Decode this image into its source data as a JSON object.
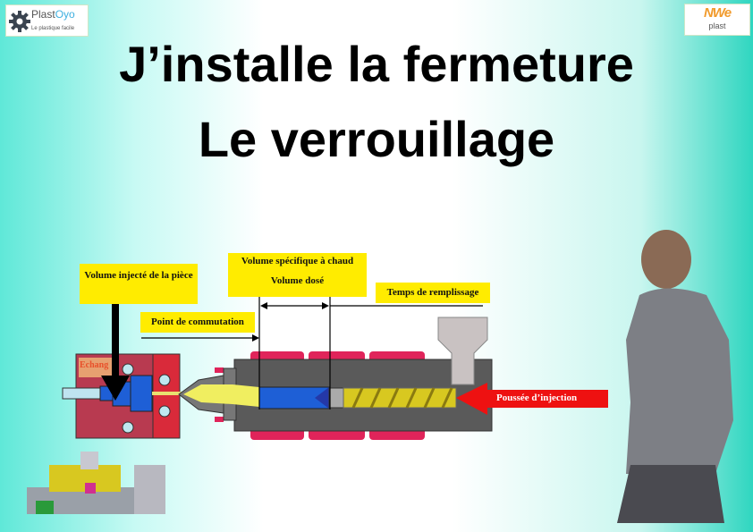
{
  "logos": {
    "left": {
      "name_part1": "Plast",
      "name_part2": "Oyo",
      "tagline": "Le plastique facile"
    },
    "right": {
      "brand": "NWe",
      "sub": "plast"
    }
  },
  "title": {
    "line1": "J’installe la fermeture",
    "line2": "Le verrouillage"
  },
  "diagram": {
    "labels": {
      "volume_injecte": "Volume injecté de la pièce",
      "volume_specifique": "Volume spécifique à chaud",
      "volume_dose": "Volume dosé",
      "temps_remplissage": "Temps de remplissage",
      "point_commutation": "Point de commutation",
      "echange": "Echang",
      "poussee": "Poussée d’injection"
    },
    "colors": {
      "label_bg": "#ffec00",
      "mold": "#c8284a",
      "barrel": "#5a5a5a",
      "heater": "#e0245a",
      "melt": "#1e5fd6",
      "screw": "#d8c820",
      "arrow": "#ee1111"
    }
  }
}
